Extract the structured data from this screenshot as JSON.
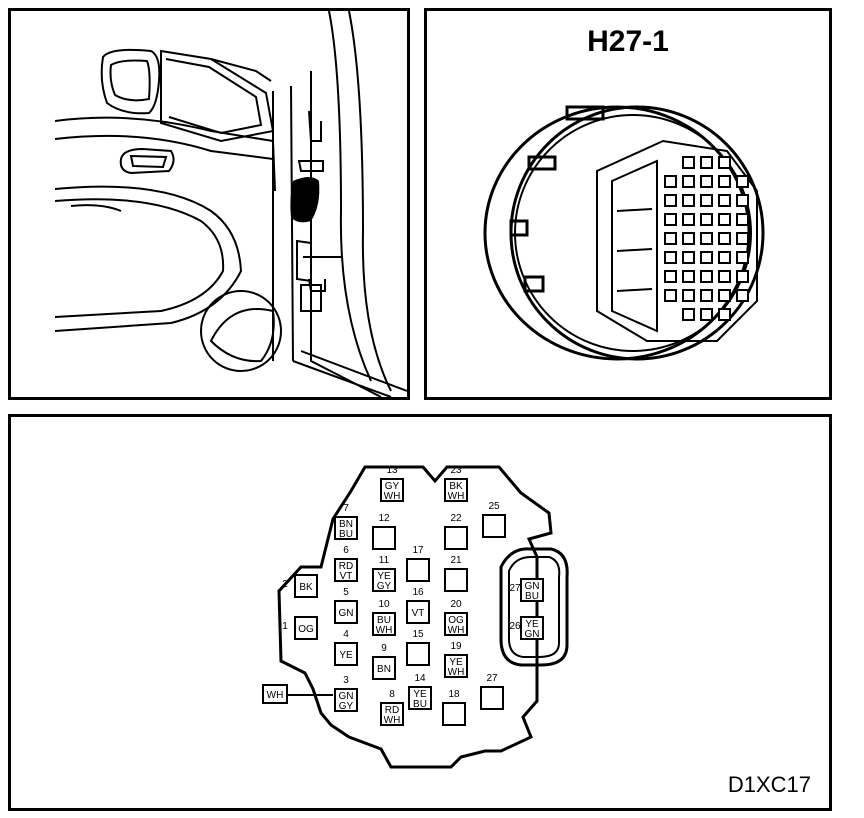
{
  "connector": {
    "title": "H27-1",
    "drawing_code": "D1XC17"
  },
  "pins": [
    {
      "n": "1",
      "c1": "OG",
      "c2": ""
    },
    {
      "n": "2",
      "c1": "BK",
      "c2": ""
    },
    {
      "n": "3",
      "c1": "GN",
      "c2": "GY"
    },
    {
      "n": "4",
      "c1": "YE",
      "c2": ""
    },
    {
      "n": "5",
      "c1": "GN",
      "c2": ""
    },
    {
      "n": "6",
      "c1": "RD",
      "c2": "VT"
    },
    {
      "n": "7",
      "c1": "BN",
      "c2": "BU"
    },
    {
      "n": "8",
      "c1": "RD",
      "c2": "WH"
    },
    {
      "n": "9",
      "c1": "BN",
      "c2": ""
    },
    {
      "n": "10",
      "c1": "BU",
      "c2": "WH"
    },
    {
      "n": "11",
      "c1": "YE",
      "c2": "GY"
    },
    {
      "n": "12",
      "c1": "",
      "c2": ""
    },
    {
      "n": "13",
      "c1": "GY",
      "c2": "WH"
    },
    {
      "n": "14",
      "c1": "YE",
      "c2": "BU"
    },
    {
      "n": "15",
      "c1": "",
      "c2": ""
    },
    {
      "n": "16",
      "c1": "VT",
      "c2": ""
    },
    {
      "n": "17",
      "c1": "",
      "c2": ""
    },
    {
      "n": "18",
      "c1": "",
      "c2": ""
    },
    {
      "n": "19",
      "c1": "YE",
      "c2": "WH"
    },
    {
      "n": "20",
      "c1": "OG",
      "c2": "WH"
    },
    {
      "n": "21",
      "c1": "",
      "c2": ""
    },
    {
      "n": "22",
      "c1": "",
      "c2": ""
    },
    {
      "n": "23",
      "c1": "BK",
      "c2": "WH"
    },
    {
      "n": "25",
      "c1": "",
      "c2": ""
    },
    {
      "n": "27",
      "c1": "",
      "c2": ""
    },
    {
      "n": "27",
      "c1": "GN",
      "c2": "BU"
    },
    {
      "n": "26",
      "c1": "YE",
      "c2": "GN"
    }
  ],
  "extra_wire": "WH"
}
